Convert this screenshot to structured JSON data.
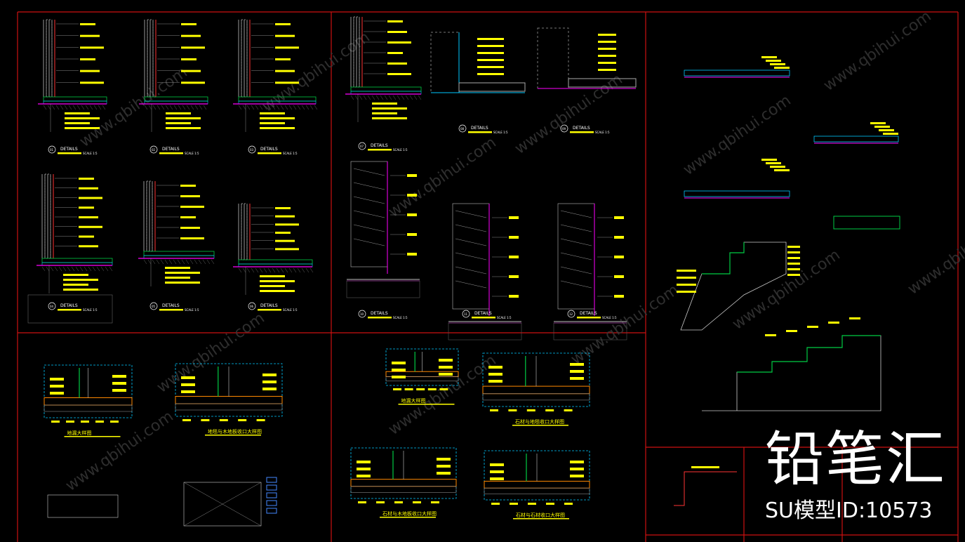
{
  "drawing": {
    "detail_title": "DETAILS",
    "scale_text": "SCALE 1:5",
    "callouts_left": [
      "01",
      "02",
      "03",
      "04",
      "05",
      "06"
    ],
    "callouts_mid": [
      "07",
      "08",
      "09",
      "10",
      "11",
      "12"
    ],
    "plan_titles": {
      "floor_drain": "地漏大样图",
      "carpet_wood": "地毯与木地板收口大样图",
      "drain_mid": "地漏大样图",
      "stone_carpet": "石材与地毯收口大样图",
      "stone_wood": "石材与木地板收口大样图",
      "stone_stone": "石材与石材收口大样图"
    }
  },
  "watermark": {
    "text": "www.qbihui.com",
    "brand": "铅笔汇",
    "model_id": "SU模型ID:10573"
  },
  "colors": {
    "background": "#000000",
    "frame": "#cc1111",
    "annotation": "#ffff00",
    "line": "#ffffff",
    "accent_magenta": "#ff00ff",
    "accent_green": "#00cc44",
    "accent_cyan": "#00c8ff"
  }
}
